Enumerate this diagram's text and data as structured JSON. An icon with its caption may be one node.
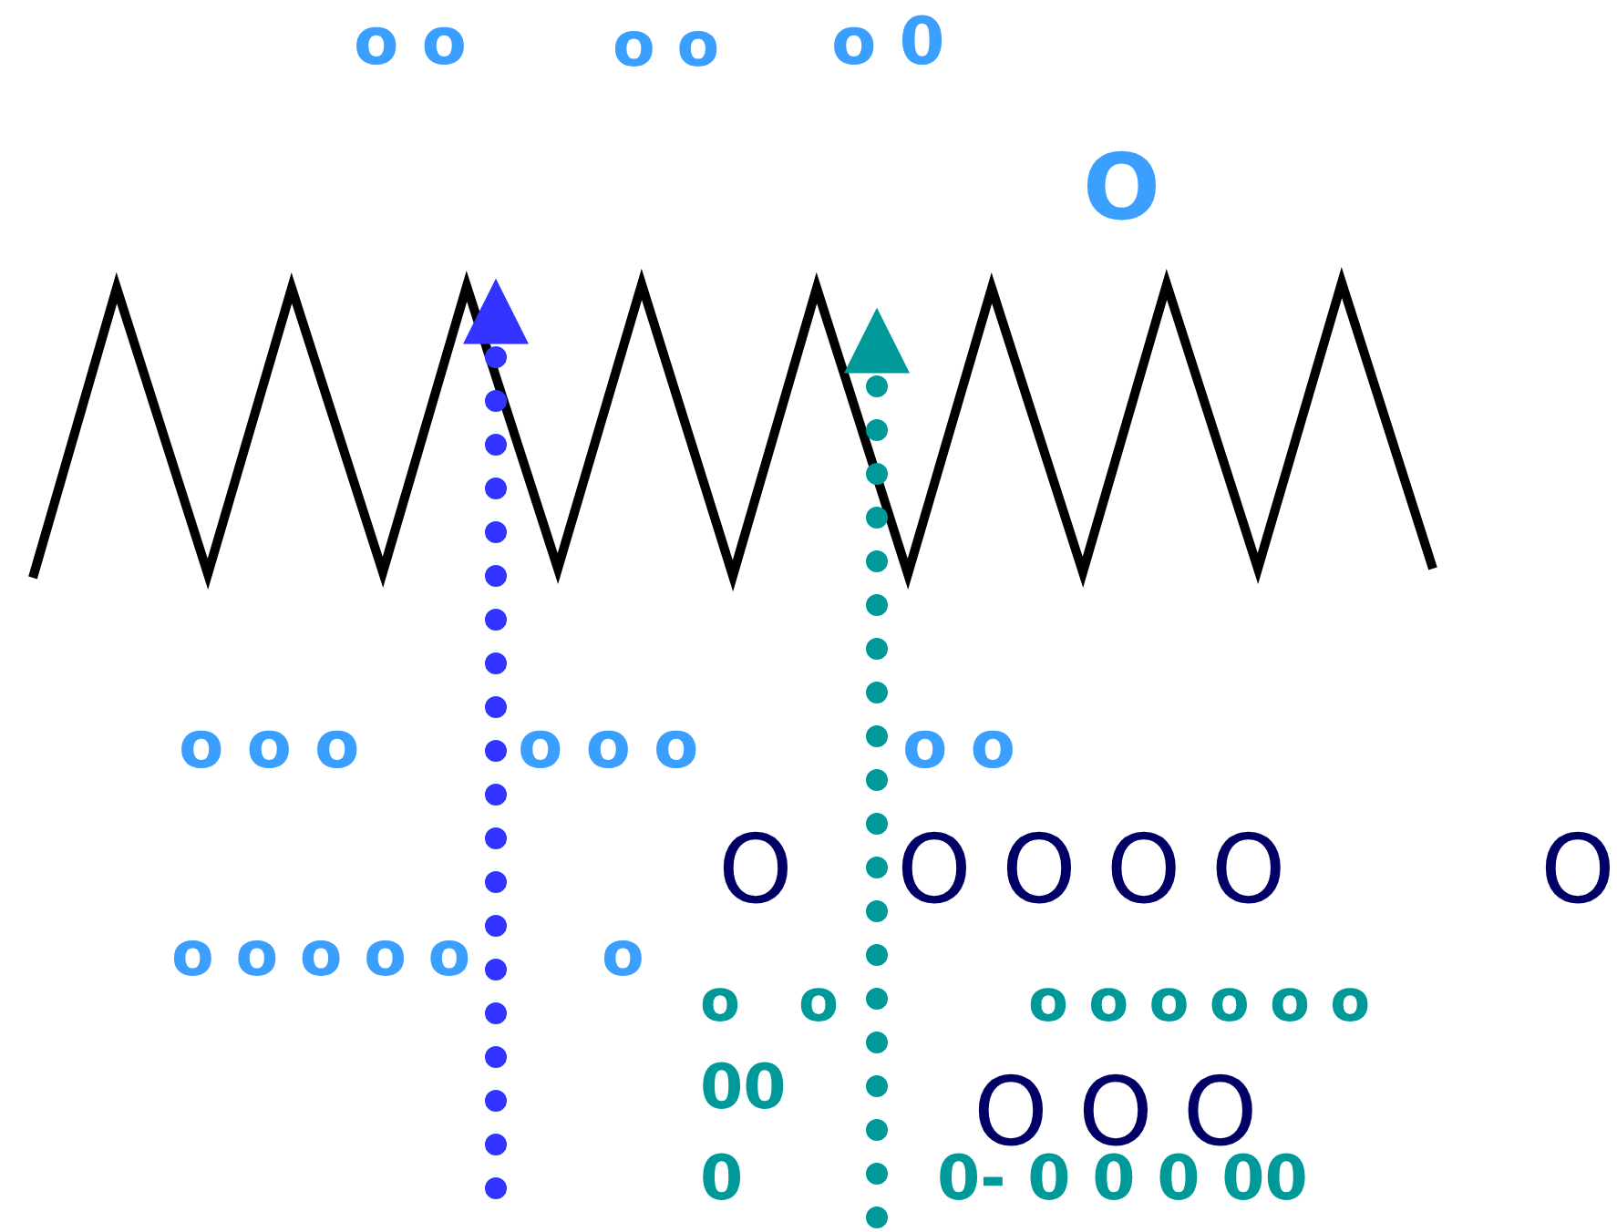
{
  "diagram": {
    "labels": [
      "o o",
      "o o",
      "o 0",
      "O",
      "o o o",
      "o o o",
      "o o",
      "O",
      "O O O O",
      "O",
      "o o o o o",
      "o",
      "o",
      "o",
      "o o o o o o",
      "O O O",
      "00",
      "0",
      "0- 0 0 0 00"
    ]
  }
}
